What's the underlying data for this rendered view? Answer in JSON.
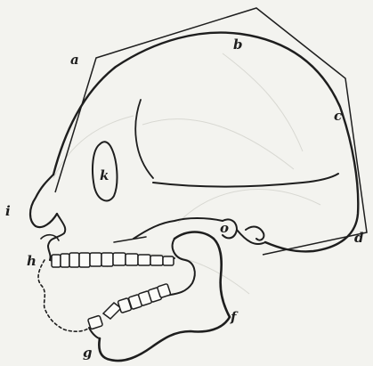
{
  "figure": {
    "labels": {
      "a": "a",
      "b": "b",
      "c": "c",
      "d": "d",
      "f": "f",
      "g": "g",
      "h": "h",
      "i": "i",
      "k": "k",
      "o": "o"
    },
    "colors": {
      "paper": "#f3f3ef",
      "ink": "#1e1e1e",
      "faint": "#d8d8d2"
    }
  }
}
